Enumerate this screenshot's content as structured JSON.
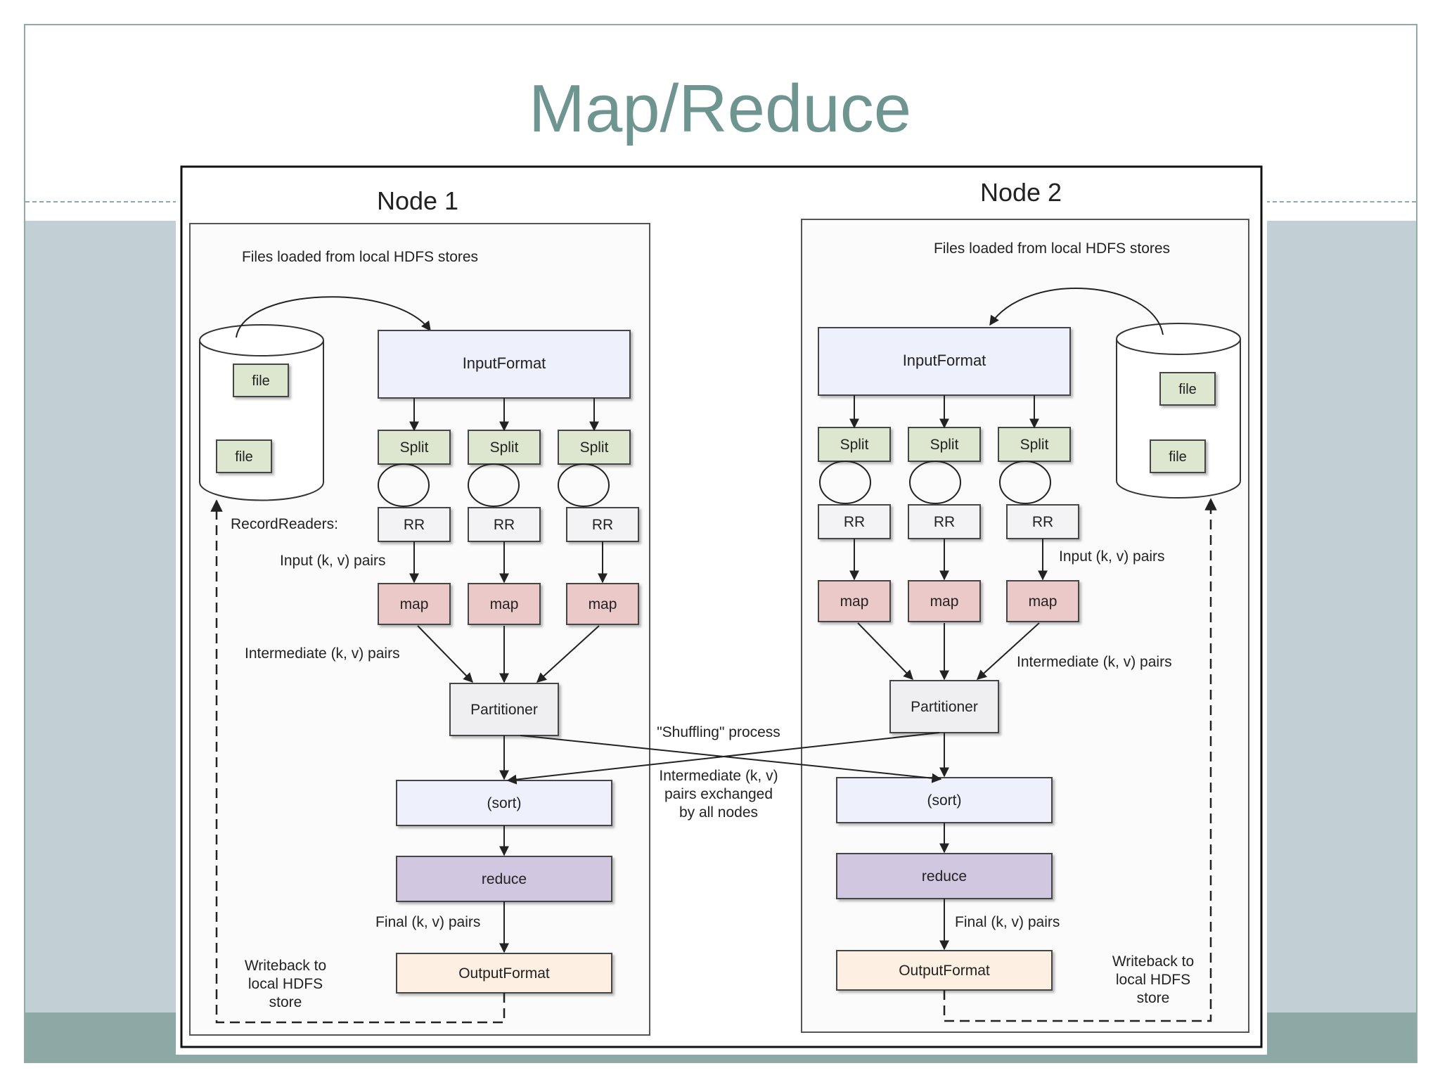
{
  "slide": {
    "title": "Map/Reduce",
    "colors": {
      "title": "#6f9590",
      "band": "#c2cfd4",
      "band_bottom": "#8da9a5",
      "input_format": "#eef0fb",
      "split": "#dde6cf",
      "record_reader": "#f3f3f6",
      "map": "#ecc9c9",
      "partitioner": "#efeff1",
      "sort": "#eef0fb",
      "reduce": "#d2c7e1",
      "output_format": "#fdefe1"
    }
  },
  "nodes": [
    {
      "title": "Node 1",
      "files_loaded_label": "Files loaded from local HDFS stores",
      "files": [
        "file",
        "file"
      ],
      "input_format": "InputFormat",
      "splits": [
        "Split",
        "Split",
        "Split"
      ],
      "record_readers_label": "RecordReaders:",
      "record_readers": [
        "RR",
        "RR",
        "RR"
      ],
      "input_pairs_label": "Input (k, v) pairs",
      "maps": [
        "map",
        "map",
        "map"
      ],
      "intermediate_label": "Intermediate (k, v) pairs",
      "partitioner": "Partitioner",
      "sort": "(sort)",
      "reduce": "reduce",
      "final_label": "Final (k, v) pairs",
      "output_format": "OutputFormat",
      "writeback_lines": [
        "Writeback to",
        "local HDFS",
        "store"
      ]
    },
    {
      "title": "Node 2",
      "files_loaded_label": "Files loaded from local HDFS stores",
      "files": [
        "file",
        "file"
      ],
      "input_format": "InputFormat",
      "splits": [
        "Split",
        "Split",
        "Split"
      ],
      "record_readers": [
        "RR",
        "RR",
        "RR"
      ],
      "input_pairs_label": "Input (k, v) pairs",
      "maps": [
        "map",
        "map",
        "map"
      ],
      "intermediate_label": "Intermediate (k, v) pairs",
      "partitioner": "Partitioner",
      "sort": "(sort)",
      "reduce": "reduce",
      "final_label": "Final (k, v) pairs",
      "output_format": "OutputFormat",
      "writeback_lines": [
        "Writeback to",
        "local HDFS",
        "store"
      ]
    }
  ],
  "shuffle": {
    "label": "\"Shuffling\" process",
    "lines": [
      "Intermediate (k, v)",
      "pairs exchanged",
      "by all nodes"
    ]
  }
}
